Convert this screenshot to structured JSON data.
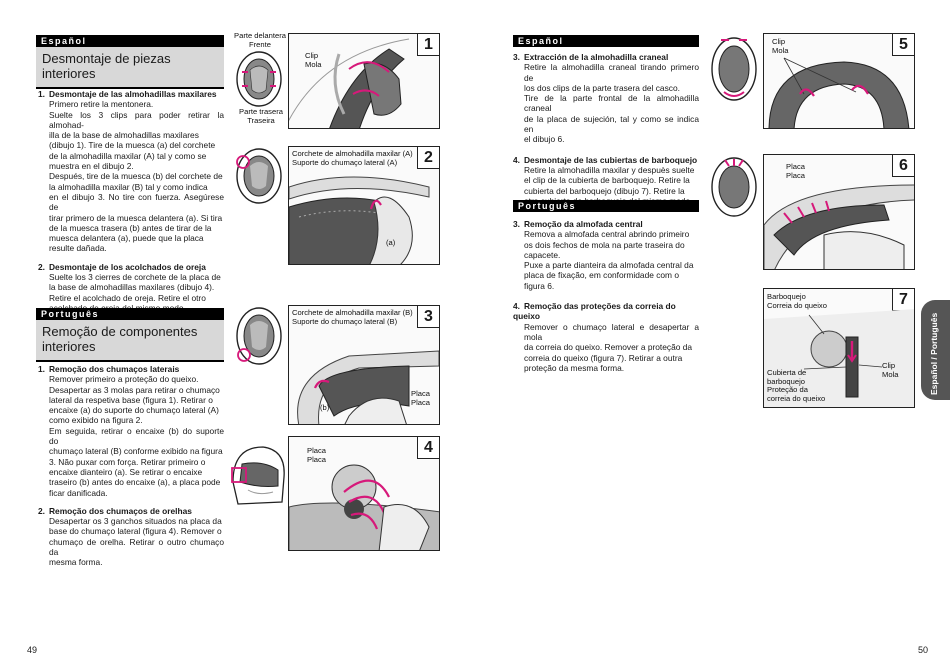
{
  "left": {
    "es_tag": "Español",
    "es_title_1": "Desmontaje de piezas",
    "es_title_2": "interiores",
    "es_items": [
      {
        "n": "1.",
        "h": "Desmontaje de las almohadillas maxilares",
        "lines": [
          "Primero retire la mentonera.",
          "Suelte los 3 clips para poder retirar la almohad-",
          "illa de la base de almohadillas maxilares",
          "(dibujo 1). Tire de la muesca (a) del corchete",
          "de la almohadilla maxilar (A) tal y como se",
          "muestra en el dibujo 2.",
          "Después, tire de la muesca (b) del corchete de",
          "la almohadilla maxilar (B) tal y como indica",
          "en el dibujo 3. No tire con fuerza. Asegúrese de",
          "tirar primero de la muesca delantera (a). Si tira",
          "de la muesca trasera (b) antes de tirar de la",
          "muesca delantera (a), puede que la placa",
          "resulte dañada."
        ]
      },
      {
        "n": "2.",
        "h": "Desmontaje de los acolchados de oreja",
        "lines": [
          "Suelte los 3 cierres de corchete de la placa de",
          "la base de almohadillas maxilares (dibujo 4).",
          "Retire el acolchado de oreja. Retire el otro",
          "acolchado de oreja del mismo modo."
        ]
      }
    ],
    "pt_tag": "Português",
    "pt_title_1": "Remoção de componentes",
    "pt_title_2": "interiores",
    "pt_items": [
      {
        "n": "1.",
        "h": "Remoção dos chumaços laterais",
        "lines": [
          "Remover primeiro a proteção do queixo.",
          "Desapertar as 3 molas para retirar o chumaço",
          "lateral da respetiva base (figura 1). Retirar o",
          "encaixe (a) do suporte do chumaço lateral (A)",
          "como exibido na figura 2.",
          "Em seguida, retirar o encaixe (b) do suporte do",
          "chumaço lateral (B) conforme exibido na figura",
          "3. Não puxar com força. Retirar primeiro o",
          "encaixe dianteiro (a). Se retirar o encaixe",
          "traseiro (b) antes do encaixe (a), a placa pode",
          "ficar danificada."
        ]
      },
      {
        "n": "2.",
        "h": "Remoção dos chumaços de orelhas",
        "lines": [
          "Desapertar os 3 ganchos situados na placa da",
          "base do chumaço lateral (figura 4). Remover o",
          "chumaço de orelha. Retirar o outro chumaço da",
          "mesma forma."
        ]
      }
    ],
    "fig1": {
      "num": "1",
      "front_es": "Parte delantera",
      "front_pt": "Frente",
      "rear_es": "Parte trasera",
      "rear_pt": "Traseira",
      "clip_es": "Clip",
      "clip_pt": "Mola"
    },
    "fig2": {
      "num": "2",
      "cap_es": "Corchete de almohadilla maxilar (A)",
      "cap_pt": "Suporte do chumaço lateral (A)",
      "a": "(a)"
    },
    "fig3": {
      "num": "3",
      "cap_es": "Corchete de almohadilla maxilar (B)",
      "cap_pt": "Suporte do chumaço lateral (B)",
      "b": "(b)",
      "plate_es": "Placa",
      "plate_pt": "Placa"
    },
    "fig4": {
      "num": "4",
      "plate_es": "Placa",
      "plate_pt": "Placa"
    },
    "page_number": "49"
  },
  "right": {
    "es_tag": "Español",
    "es_items": [
      {
        "n": "3.",
        "h": "Extracción de la almohadilla craneal",
        "lines": [
          "Retire la almohadilla craneal tirando primero de",
          "los dos clips de la parte trasera del casco.",
          "Tire de la parte frontal de la almohadilla craneal",
          "de la placa de sujeción, tal y como se indica en",
          "el dibujo 6."
        ]
      },
      {
        "n": "4.",
        "h": "Desmontaje de las cubiertas de barboquejo",
        "lines": [
          "Retire la almohadilla maxilar y despuès suelte",
          "el clip de la cubierta de barboquejo. Retire la",
          "cubierta del barboquejo (dibujo 7). Retire la",
          "otra cubierta de barboquejo del mismo modo."
        ]
      }
    ],
    "pt_tag": "Português",
    "pt_items": [
      {
        "n": "3.",
        "h": "Remoção da almofada central",
        "lines": [
          "Remova a almofada central abrindo primeiro",
          "os dois fechos de mola na parte traseira do",
          "capacete.",
          "Puxe a parte dianteira da almofada central da",
          "placa de fixação, em conformidade com o",
          "figura 6."
        ]
      },
      {
        "n": "4.",
        "h": "Remoção das proteções da correia do queixo",
        "lines": [
          "Remover o chumaço lateral e desapertar a mola",
          "da correia do queixo. Remover a proteção da",
          "correia do queixo (figura 7). Retirar a outra",
          "proteção da mesma forma."
        ]
      }
    ],
    "fig5": {
      "num": "5",
      "clip_es": "Clip",
      "clip_pt": "Mola"
    },
    "fig6": {
      "num": "6",
      "plate_es": "Placa",
      "plate_pt": "Placa"
    },
    "fig7": {
      "num": "7",
      "strap_es": "Barboquejo",
      "strap_pt": "Correia do queixo",
      "clip_es": "Clip",
      "clip_pt": "Mola",
      "cover_es_1": "Cubierta de",
      "cover_es_2": "barboquejo",
      "cover_pt_1": "Proteção da",
      "cover_pt_2": "correia do queixo"
    },
    "side_tab": "Español / Português",
    "page_number": "50"
  },
  "colors": {
    "accent": "#d6197a",
    "tag_bg": "#000000",
    "title_bg": "#d8d8d8",
    "tab_bg": "#555555"
  }
}
